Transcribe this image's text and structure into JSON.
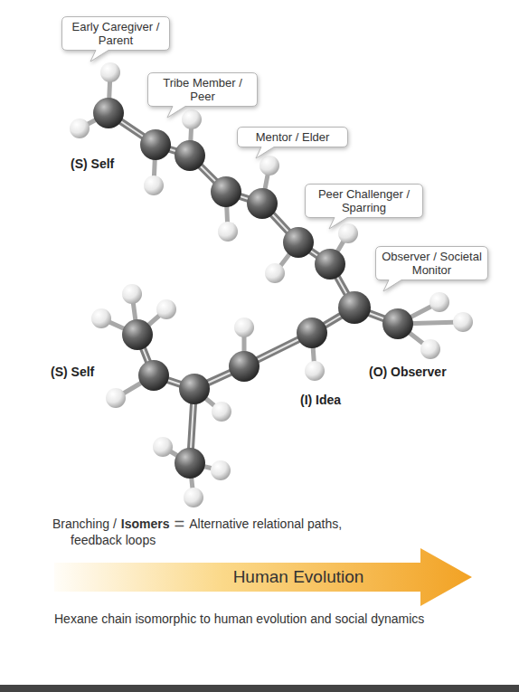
{
  "diagram": {
    "caption": "Hexane chain isomorphic to human evolution and social dynamics",
    "nodes": [
      {
        "text": [
          "Early Caregiver / Parent"
        ]
      },
      {
        "text": [
          "Tribe Member / Peer"
        ]
      },
      {
        "text": [
          "Mentor / Elder"
        ]
      },
      {
        "text": [
          "Peer Challenger / Sparring"
        ]
      },
      {
        "text": [
          "Observer / Societal Monitor"
        ]
      },
      {
        "text": [
          "Human Evolution"
        ]
      }
    ],
    "labels": [
      "(S) Self",
      "(S) Self",
      "(O) Observer",
      "(I) Idea",
      "Branching /",
      "Isomers",
      "=",
      "Alternative relational paths, feedback loops"
    ]
  }
}
